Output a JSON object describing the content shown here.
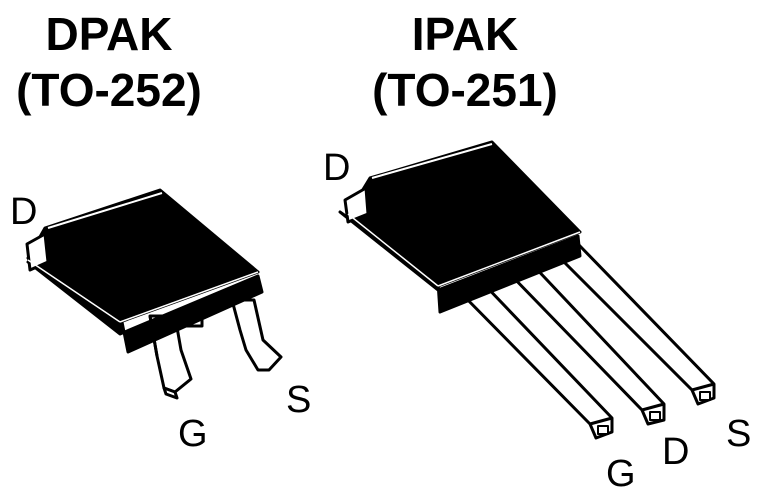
{
  "packages": [
    {
      "name": "DPAK",
      "code": "(TO-252)",
      "pins": {
        "tab": "D",
        "left": "G",
        "right": "S"
      }
    },
    {
      "name": "IPAK",
      "code": "(TO-251)",
      "pins": {
        "tab": "D",
        "left": "G",
        "middle": "D",
        "right": "S"
      }
    }
  ],
  "colors": {
    "ink": "#000000",
    "paper": "#ffffff"
  }
}
